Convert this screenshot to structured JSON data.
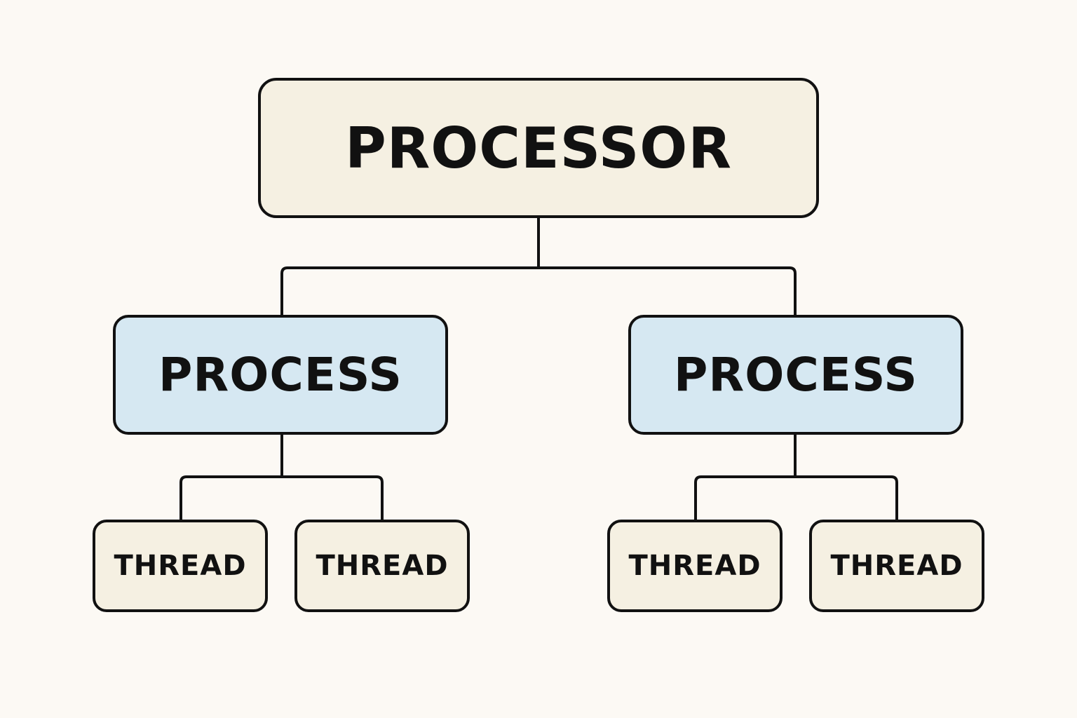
{
  "diagram": {
    "root": {
      "label": "PROCESSOR"
    },
    "processes": [
      {
        "label": "PROCESS",
        "threads": [
          {
            "label": "THREAD"
          },
          {
            "label": "THREAD"
          }
        ]
      },
      {
        "label": "PROCESS",
        "threads": [
          {
            "label": "THREAD"
          },
          {
            "label": "THREAD"
          }
        ]
      }
    ]
  },
  "colors": {
    "background": "#fcf9f4",
    "processor_fill": "#f5f0e2",
    "process_fill": "#d6e8f2",
    "thread_fill": "#f5f0e2",
    "stroke": "#111111"
  }
}
